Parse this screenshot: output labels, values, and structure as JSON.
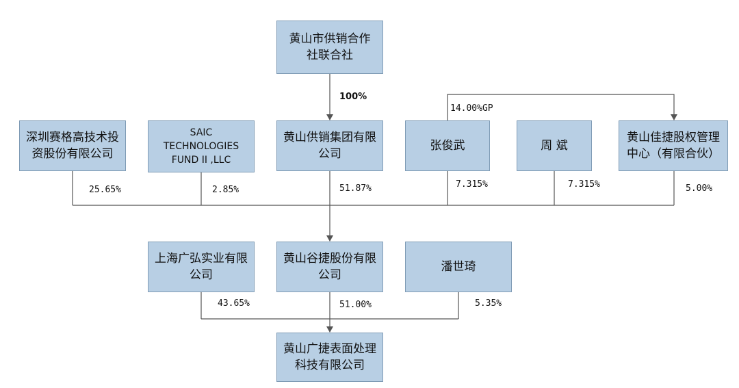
{
  "entities": {
    "hs_coop": "黄山市供销合作\n社联合社",
    "sz_saige": "深圳赛格高技术投\n资股份有限公司",
    "saic_fund": "SAIC\nTECHNOLOGIES\nFUND II ,LLC",
    "hs_group": "黄山供销集团有限\n公司",
    "zhang": "张俊武",
    "zhou": "周  斌",
    "hs_jiajie": "黄山佳捷股权管理\n中心（有限合伙）",
    "sh_guanghong": "上海广弘实业有限\n公司",
    "hs_gujie": "黄山谷捷股份有限\n公司",
    "pan": "潘世琦",
    "hs_guangjie": "黄山广捷表面处理\n科技有限公司"
  },
  "percentages": {
    "coop_to_group": "100%",
    "zhang_gp": "14.00%GP",
    "sz_saige": "25.65%",
    "saic_fund": "2.85%",
    "hs_group": "51.87%",
    "zhang": "7.315%",
    "zhou": "7.315%",
    "hs_jiajie": "5.00%",
    "sh_guanghong": "43.65%",
    "hs_gujie": "51.00%",
    "pan": "5.35%"
  }
}
